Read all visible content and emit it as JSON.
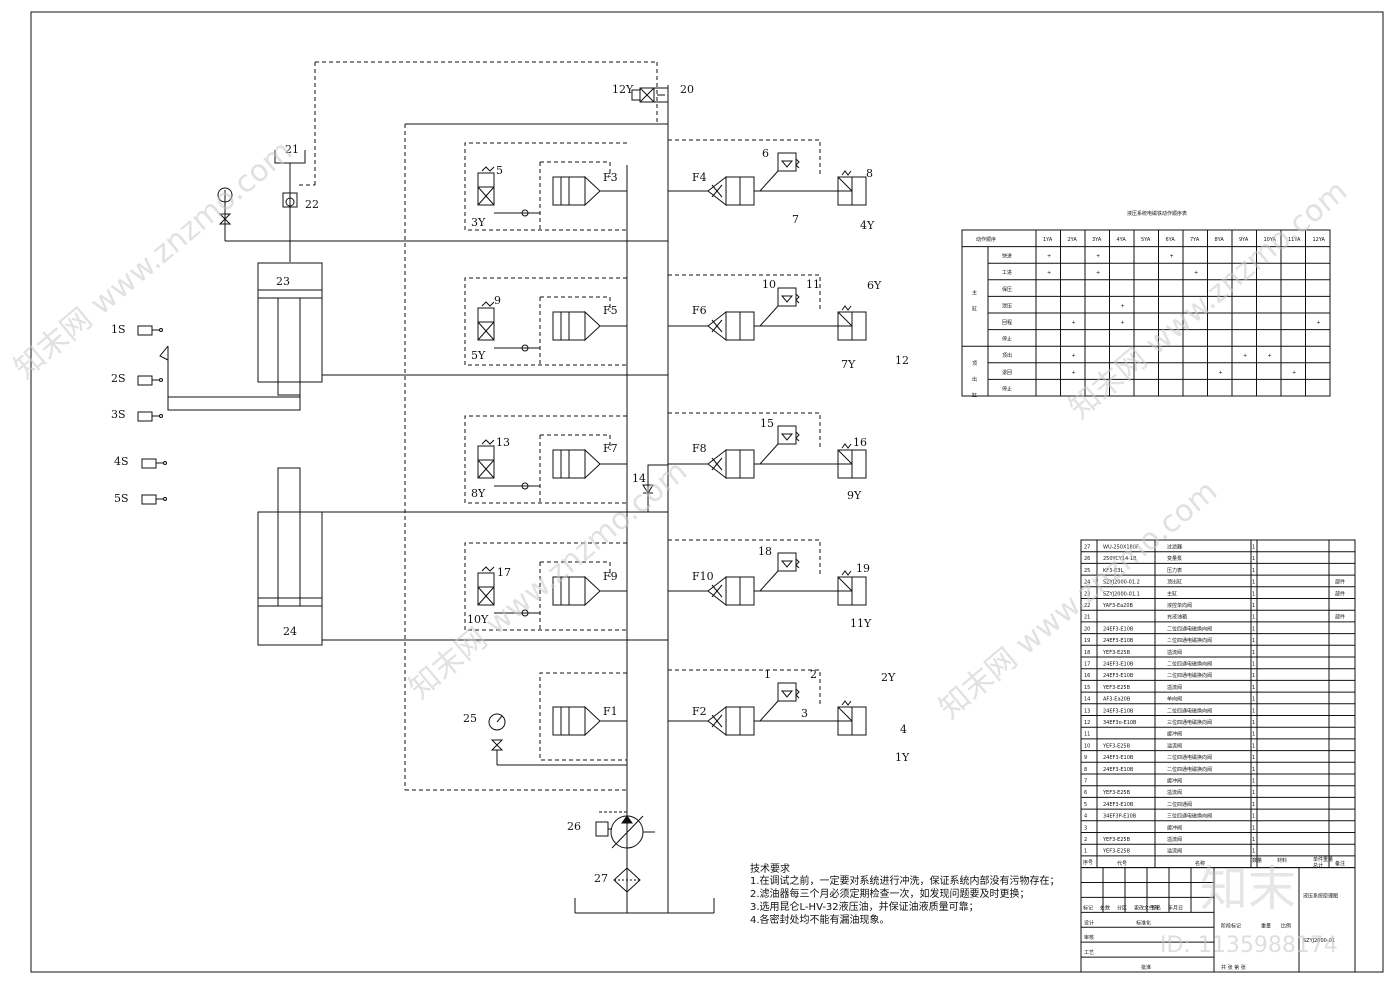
{
  "labels": {
    "F1": "F1",
    "F2": "F2",
    "F3": "F3",
    "F4": "F4",
    "F5": "F5",
    "F6": "F6",
    "F7": "F7",
    "F8": "F8",
    "F9": "F9",
    "F10": "F10",
    "n1": "1",
    "n2": "2",
    "n3": "3",
    "n4": "4",
    "n5": "5",
    "n6": "6",
    "n7": "7",
    "n8": "8",
    "n9": "9",
    "n10": "10",
    "n11": "11",
    "n12": "12",
    "n13": "13",
    "n14": "14",
    "n15": "15",
    "n16": "16",
    "n17": "17",
    "n18": "18",
    "n19": "19",
    "n20": "20",
    "n21": "21",
    "n22": "22",
    "n23": "23",
    "n24": "24",
    "n25": "25",
    "n26": "26",
    "n27": "27",
    "y1": "1Y",
    "y2": "2Y",
    "y3": "3Y",
    "y4": "4Y",
    "y5": "5Y",
    "y6": "6Y",
    "y7": "7Y",
    "y8": "8Y",
    "y9": "9Y",
    "y10": "10Y",
    "y11": "11Y",
    "y12": "12Y",
    "s1": "1S",
    "s2": "2S",
    "s3": "3S",
    "s4": "4S",
    "s5": "5S"
  },
  "requirements": {
    "title": "技术要求",
    "lines": [
      "1.在调试之前，一定要对系统进行冲洗，保证系统内部没有污物存在；",
      "2.滤油器每三个月必须定期检查一次，如发现问题要及时更换；",
      "3.选用昆仑L-HV-32液压油，并保证油液质量可靠；",
      "4.各密封处均不能有漏油现象。"
    ]
  },
  "action_table": {
    "title": "液压系统电磁铁动作顺序表",
    "corner": "动作顺序",
    "headers": [
      "1YA",
      "2YA",
      "3YA",
      "4YA",
      "5YA",
      "6YA",
      "7YA",
      "8YA",
      "9YA",
      "10YA",
      "11YA",
      "12YA"
    ],
    "groups": [
      {
        "name": "主缸",
        "rows": 6
      },
      {
        "name": "顶出缸",
        "rows": 3
      }
    ],
    "rows": [
      {
        "action": "快进",
        "cells": [
          "+",
          "",
          "+",
          "",
          "",
          "+",
          "",
          "",
          "",
          "",
          "",
          ""
        ]
      },
      {
        "action": "工进",
        "cells": [
          "+",
          "",
          "+",
          "",
          "",
          "",
          "+",
          "",
          "",
          "",
          "",
          ""
        ]
      },
      {
        "action": "保压",
        "cells": [
          "",
          "",
          "",
          "",
          "",
          "",
          "",
          "",
          "",
          "",
          "",
          ""
        ]
      },
      {
        "action": "泄压",
        "cells": [
          "",
          "",
          "",
          "+",
          "",
          "",
          "",
          "",
          "",
          "",
          "",
          ""
        ]
      },
      {
        "action": "回程",
        "cells": [
          "",
          "+",
          "",
          "+",
          "",
          "",
          "",
          "",
          "",
          "",
          "",
          "+"
        ]
      },
      {
        "action": "停止",
        "cells": [
          "",
          "",
          "",
          "",
          "",
          "",
          "",
          "",
          "",
          "",
          "",
          ""
        ]
      },
      {
        "action": "顶出",
        "cells": [
          "",
          "+",
          "",
          "",
          "",
          "",
          "",
          "",
          "+",
          "+",
          "",
          ""
        ]
      },
      {
        "action": "退回",
        "cells": [
          "",
          "+",
          "",
          "",
          "",
          "",
          "",
          "+",
          "",
          "",
          "+",
          ""
        ]
      },
      {
        "action": "停止",
        "cells": [
          "",
          "",
          "",
          "",
          "",
          "",
          "",
          "",
          "",
          "",
          "",
          ""
        ]
      }
    ]
  },
  "parts_list": {
    "rows": [
      {
        "no": "27",
        "code": "WU-250X180F",
        "name": "过滤器",
        "qty": "1",
        "note": ""
      },
      {
        "no": "26",
        "code": "250YCY14-1B",
        "name": "变量泵",
        "qty": "1",
        "note": ""
      },
      {
        "no": "25",
        "code": "KF3-E3L",
        "name": "压力表",
        "qty": "1",
        "note": ""
      },
      {
        "no": "24",
        "code": "SZYJ2000-01.2",
        "name": "顶出缸",
        "qty": "1",
        "note": "部件"
      },
      {
        "no": "23",
        "code": "SZYJ2000-01.1",
        "name": "主缸",
        "qty": "1",
        "note": "部件"
      },
      {
        "no": "22",
        "code": "YAF3-Ea20B",
        "name": "液控单向阀",
        "qty": "1",
        "note": ""
      },
      {
        "no": "21",
        "code": "",
        "name": "充液油箱",
        "qty": "1",
        "note": "部件"
      },
      {
        "no": "20",
        "code": "24EF3-E10B",
        "name": "二位四通电磁换向阀",
        "qty": "1",
        "note": ""
      },
      {
        "no": "19",
        "code": "24EF3-E10B",
        "name": "二位四通电磁换向阀",
        "qty": "1",
        "note": ""
      },
      {
        "no": "18",
        "code": "YEF3-E25B",
        "name": "溢流阀",
        "qty": "1",
        "note": ""
      },
      {
        "no": "17",
        "code": "24EF3-E10B",
        "name": "二位四通电磁换向阀",
        "qty": "1",
        "note": ""
      },
      {
        "no": "16",
        "code": "24EF3-E10B",
        "name": "二位四通电磁换向阀",
        "qty": "1",
        "note": ""
      },
      {
        "no": "15",
        "code": "YEF3-E25B",
        "name": "溢流阀",
        "qty": "1",
        "note": ""
      },
      {
        "no": "14",
        "code": "AF3-Ea20B",
        "name": "单向阀",
        "qty": "1",
        "note": ""
      },
      {
        "no": "13",
        "code": "24EF3-E10B",
        "name": "二位四通电磁换向阀",
        "qty": "1",
        "note": ""
      },
      {
        "no": "12",
        "code": "34EF3o-E10B",
        "name": "三位四通电磁换向阀",
        "qty": "1",
        "note": ""
      },
      {
        "no": "11",
        "code": "",
        "name": "缓冲阀",
        "qty": "1",
        "note": ""
      },
      {
        "no": "10",
        "code": "YEF3-E25B",
        "name": "溢流阀",
        "qty": "1",
        "note": ""
      },
      {
        "no": "9",
        "code": "24EF3-E10B",
        "name": "二位四通电磁换向阀",
        "qty": "1",
        "note": ""
      },
      {
        "no": "8",
        "code": "24EF3-E10B",
        "name": "二位四通电磁换向阀",
        "qty": "1",
        "note": ""
      },
      {
        "no": "7",
        "code": "",
        "name": "缓冲阀",
        "qty": "1",
        "note": ""
      },
      {
        "no": "6",
        "code": "YEF3-E25B",
        "name": "溢流阀",
        "qty": "1",
        "note": ""
      },
      {
        "no": "5",
        "code": "24EF3-E10B",
        "name": "二位四通阀",
        "qty": "1",
        "note": ""
      },
      {
        "no": "4",
        "code": "34EF3P-E10B",
        "name": "三位四通电磁换向阀",
        "qty": "1",
        "note": ""
      },
      {
        "no": "3",
        "code": "",
        "name": "缓冲阀",
        "qty": "1",
        "note": ""
      },
      {
        "no": "2",
        "code": "YEF3-E25B",
        "name": "溢流阀",
        "qty": "1",
        "note": ""
      },
      {
        "no": "1",
        "code": "YEF3-E25B",
        "name": "溢流阀",
        "qty": "1",
        "note": ""
      }
    ],
    "header": {
      "no": "序号",
      "code": "代号",
      "name": "名称",
      "qty": "数量",
      "material": "材料",
      "weight": "单件重量",
      "total": "总计",
      "note": "备注"
    },
    "title_block": {
      "drawing_name": "液压系统原理图",
      "drawing_no": "SZYJ2000-01",
      "rev_row": [
        "标记",
        "处数",
        "分区",
        "更改文件号",
        "签名",
        "年月日"
      ],
      "design": "设计",
      "standard": "标准化",
      "review": "审核",
      "process": "工艺",
      "approve": "批准",
      "stage": "阶段标记",
      "weight": "重量",
      "scale": "比例",
      "sheets": "共 张 第 张"
    }
  },
  "watermark": {
    "text": "知末网 www.znzmo.com",
    "id": "ID: 1135988174",
    "logo": "知末"
  }
}
